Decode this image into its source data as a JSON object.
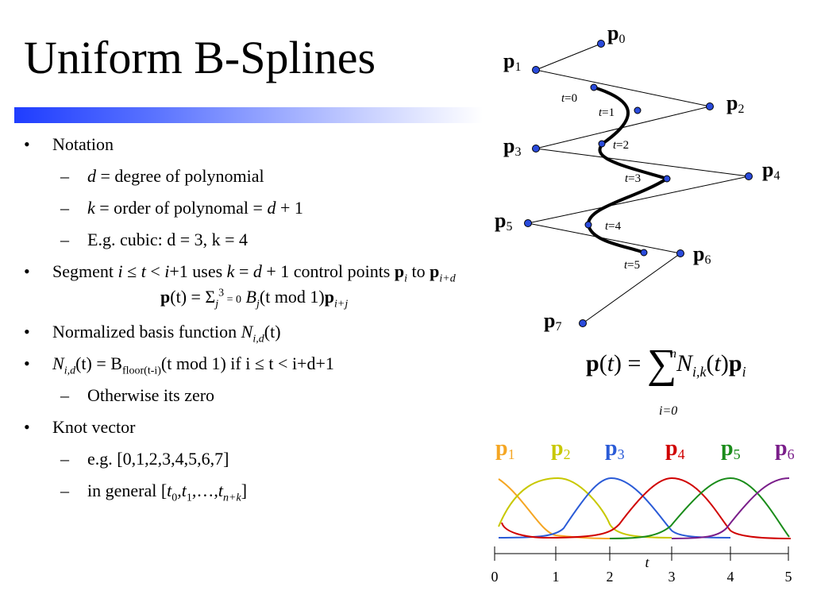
{
  "title": "Uniform B-Splines",
  "bullets": {
    "notation": "Notation",
    "notation_sub": {
      "d_var": "d",
      "d_text": " = degree of polynomial",
      "k_var": "k",
      "k_text_1": " = order of polynomal = ",
      "k_text_2": " + 1",
      "cubic": "E.g. cubic: d = 3, k = 4"
    },
    "segment": {
      "t1": "Segment ",
      "i": "i",
      "le": " ≤ ",
      "t": "t",
      "lt": " < ",
      "ip1": "i",
      "p1": "+1 uses ",
      "k": "k",
      "eq": " = ",
      "d": "d",
      "rest": " + 1 control points ",
      "pbold": "p",
      "sub_i": "i",
      "to": " to ",
      "pbold2": "p",
      "sub_id": "i+d"
    },
    "formula": {
      "p": "p",
      "lhs": "(t) = Σ",
      "jsub": "j",
      "sup3": "3",
      "eq0": " = 0",
      "B": " B",
      "Bsub": "j",
      "arg": "(t mod 1)",
      "p2": "p",
      "psub": "i+j"
    },
    "normalized": "Normalized basis function ",
    "N": "N",
    "Nsub": "i,d",
    "Narg": "(t)",
    "ndef": {
      "N": "N",
      "Nsub": "i,d",
      "eq": "(t) = B",
      "floorsub": "floor(t-i)",
      "rest": "(t mod 1) if i ≤ t < i+d+1"
    },
    "otherwise": "Otherwise its zero",
    "knot": "Knot vector",
    "knot_eg": "e.g. [0,1,2,3,4,5,6,7]",
    "knot_general_1": "in general [",
    "knot_general_t": "t",
    "knot_general_end": "]",
    "knot_s0": "0",
    "knot_s1": "1",
    "knot_sn": "n+k"
  },
  "control_points": [
    "p0",
    "p1",
    "p2",
    "p3",
    "p4",
    "p5",
    "p6",
    "p7"
  ],
  "t_labels": [
    "t=0",
    "t=1",
    "t=2",
    "t=3",
    "t=4",
    "t=5"
  ],
  "equation": {
    "lhs": "p(t) = ",
    "upper": "n",
    "lower": "i=0",
    "body": "N",
    "body_sub": "i,k",
    "body_arg": "(t)p",
    "body_psub": "i"
  },
  "basis_legend": [
    {
      "label": "p",
      "sub": "1",
      "color": "#f5a623"
    },
    {
      "label": "p",
      "sub": "2",
      "color": "#c8c800"
    },
    {
      "label": "p",
      "sub": "3",
      "color": "#2a5bd7"
    },
    {
      "label": "p",
      "sub": "4",
      "color": "#d00000"
    },
    {
      "label": "p",
      "sub": "5",
      "color": "#1a8c1a"
    },
    {
      "label": "p",
      "sub": "6",
      "color": "#7a1e8a"
    }
  ],
  "axis": {
    "label": "t",
    "ticks": [
      "0",
      "1",
      "2",
      "3",
      "4",
      "5"
    ]
  }
}
